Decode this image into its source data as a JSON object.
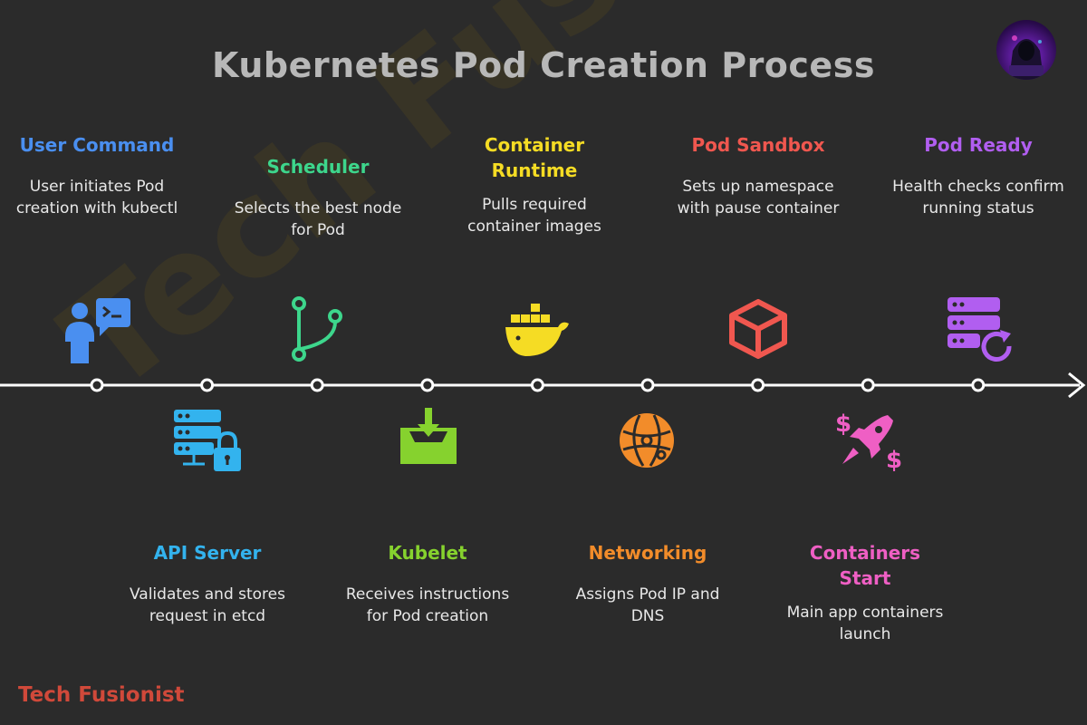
{
  "title": "Kubernetes Pod Creation Process",
  "watermark": "Tech Fusionist",
  "brand": "Tech Fusionist",
  "steps": [
    {
      "label": "User Command",
      "desc": "User initiates Pod creation with kubectl",
      "color": "#4a8ff0",
      "icon": "user-terminal-icon"
    },
    {
      "label": "API Server",
      "desc": "Validates and stores request in etcd",
      "color": "#33b3ee",
      "icon": "server-lock-icon"
    },
    {
      "label": "Scheduler",
      "desc": "Selects the best node for Pod",
      "color": "#3dd68c",
      "icon": "branch-icon"
    },
    {
      "label": "Kubelet",
      "desc": "Receives instructions for Pod creation",
      "color": "#86d22e",
      "icon": "inbox-download-icon"
    },
    {
      "label": "Container Runtime",
      "desc": "Pulls required container images",
      "color": "#f5dc24",
      "icon": "docker-whale-icon"
    },
    {
      "label": "Networking",
      "desc": "Assigns Pod IP and DNS",
      "color": "#f28c2a",
      "icon": "globe-network-icon"
    },
    {
      "label": "Pod Sandbox",
      "desc": "Sets up namespace with pause container",
      "color": "#f0574f",
      "icon": "cube-icon"
    },
    {
      "label": "Containers Start",
      "desc": "Main app containers launch",
      "color": "#ef5fc4",
      "icon": "rocket-icon"
    },
    {
      "label": "Pod Ready",
      "desc": "Health checks confirm running status",
      "color": "#b15ef0",
      "icon": "server-refresh-icon"
    }
  ]
}
